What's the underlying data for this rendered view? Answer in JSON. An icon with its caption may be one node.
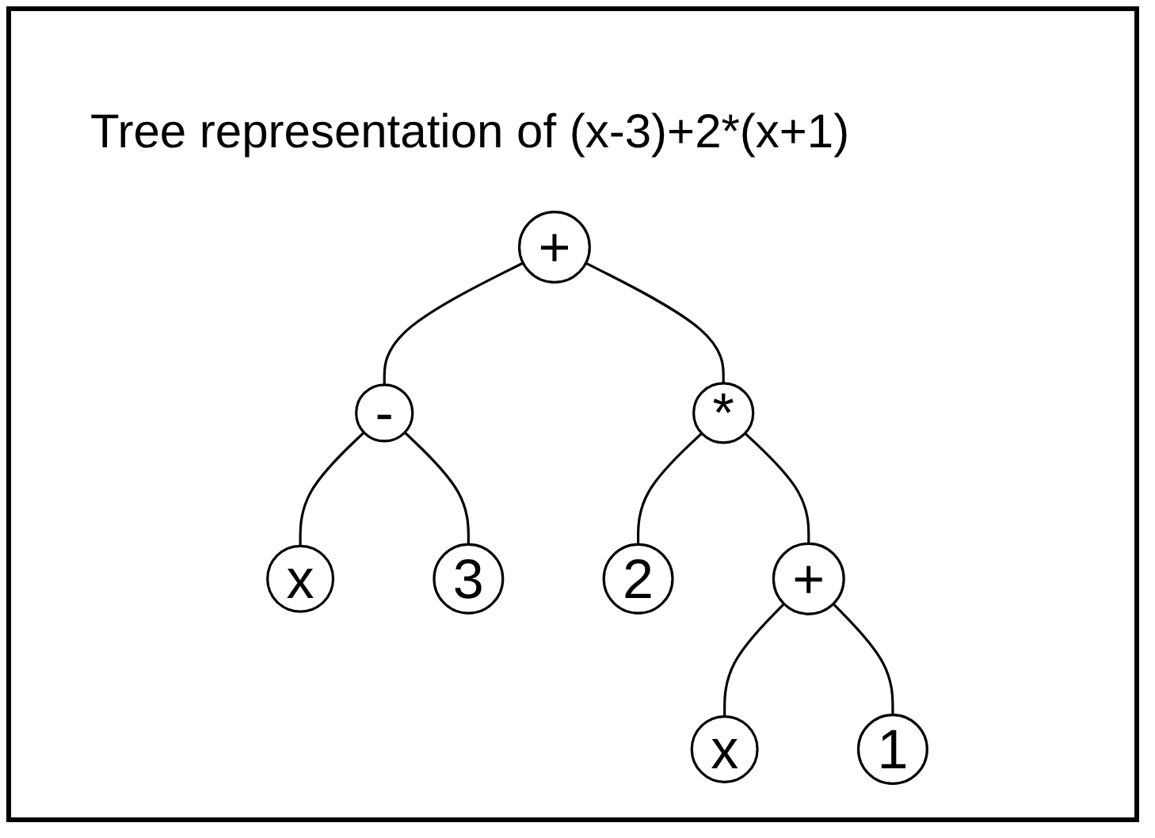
{
  "diagram": {
    "title": "Tree representation of (x-3)+2*(x+1)",
    "nodes": [
      {
        "text": [
          "+"
        ]
      },
      {
        "text": [
          "-"
        ]
      },
      {
        "text": [
          "*"
        ]
      },
      {
        "text": [
          "x"
        ]
      },
      {
        "text": [
          "3"
        ]
      },
      {
        "text": [
          "2"
        ]
      },
      {
        "text": [
          "+"
        ]
      },
      {
        "text": [
          "x"
        ]
      },
      {
        "text": [
          "1"
        ]
      }
    ],
    "edges": [
      {
        "from": 0,
        "to": 1,
        "arrow": "none"
      },
      {
        "from": 0,
        "to": 2,
        "arrow": "none"
      },
      {
        "from": 1,
        "to": 3,
        "arrow": "none"
      },
      {
        "from": 1,
        "to": 4,
        "arrow": "none"
      },
      {
        "from": 2,
        "to": 5,
        "arrow": "none"
      },
      {
        "from": 2,
        "to": 6,
        "arrow": "none"
      },
      {
        "from": 6,
        "to": 7,
        "arrow": "none"
      },
      {
        "from": 6,
        "to": 8,
        "arrow": "none"
      }
    ]
  }
}
